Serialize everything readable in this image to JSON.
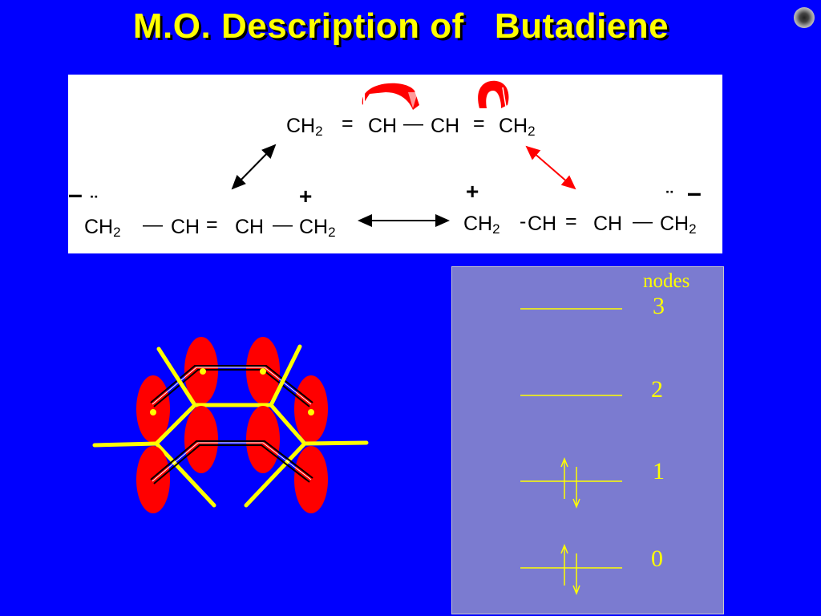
{
  "slide": {
    "title": "M.O. Description of   Butadiene"
  },
  "resonance": {
    "top": {
      "c1": "CH",
      "s1": "2",
      "b1": "=",
      "c2": "CH",
      "b2": "—",
      "c3": "CH",
      "b3": "=",
      "c4": "CH",
      "s4": "2"
    },
    "left": {
      "c1": "CH",
      "s1": "2",
      "b1": "—",
      "c2": "CH",
      "b2": "=",
      "c3": "CH",
      "b3": "—",
      "c4": "CH",
      "s4": "2",
      "charge_minus": "–",
      "charge_plus": "+",
      "lone_pair": "¨"
    },
    "right": {
      "c1": "CH",
      "s1": "2",
      "b1": "-",
      "c2": "CH",
      "b2": "=",
      "c3": "CH",
      "b3": "—",
      "c4": "CH",
      "s4": "2",
      "charge_minus": "–",
      "charge_plus": "+",
      "lone_pair": "¨"
    },
    "colors": {
      "curved_arrow": "#ff0000",
      "arrow_black": "#000000",
      "arrow_red": "#ff0000"
    }
  },
  "energy_levels": {
    "header": "nodes",
    "levels": [
      {
        "nodes": "3",
        "electrons": 0
      },
      {
        "nodes": "2",
        "electrons": 0
      },
      {
        "nodes": "1",
        "electrons": 2
      },
      {
        "nodes": "0",
        "electrons": 2
      }
    ],
    "colors": {
      "panel": "#7b7bd0",
      "ink": "#ffff00"
    }
  },
  "orbital_diagram": {
    "lobe_color": "#ff0000",
    "bond_color": "#ffff00",
    "electron_color": "#ffff00"
  }
}
